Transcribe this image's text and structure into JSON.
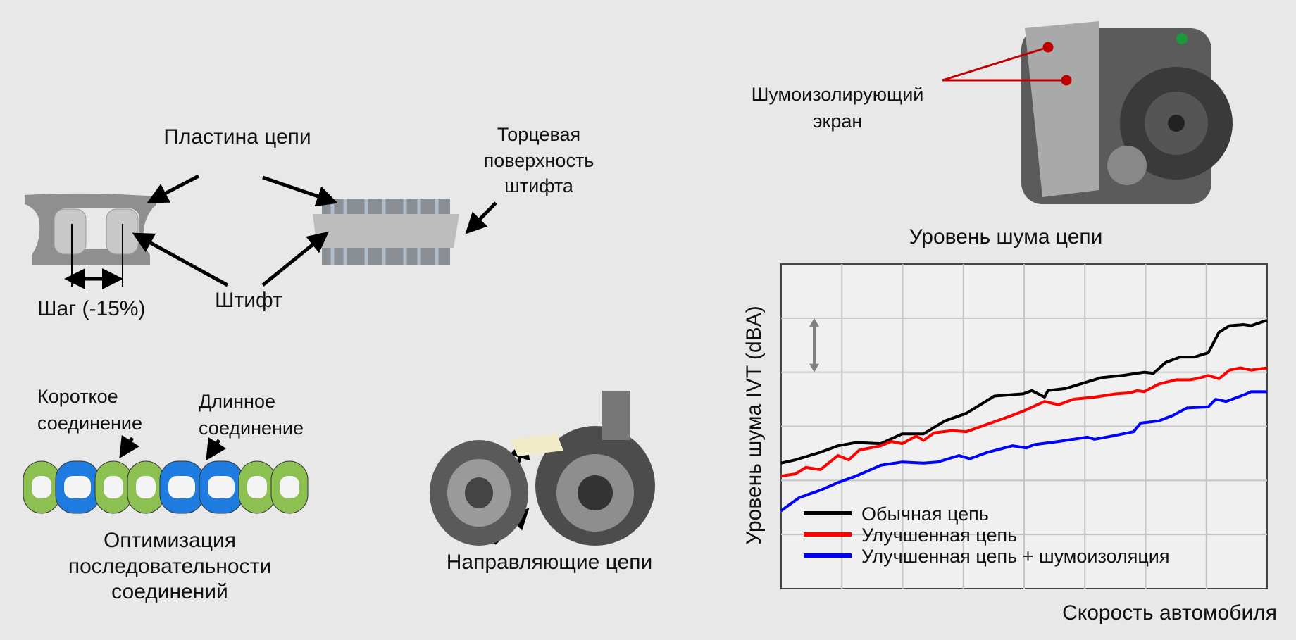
{
  "labels": {
    "chain_plate": "Пластина цепи",
    "pin_end_face": [
      "Торцевая",
      "поверхность",
      "штифта"
    ],
    "pitch": "Шаг (-15%)",
    "pin": "Штифт",
    "noise_shield": [
      "Шумоизолирующий",
      "экран"
    ],
    "short_link": [
      "Короткое",
      "соединение"
    ],
    "long_link": [
      "Длинное",
      "соединение"
    ],
    "sequence_optimization": [
      "Оптимизация",
      "последовательности",
      "соединений"
    ],
    "chain_guides": "Направляющие цепи"
  },
  "colors": {
    "background": "#e8e8e8",
    "short_link": "#8cc152",
    "long_link": "#1e7be0",
    "shield_pointer": "#c00000"
  },
  "chart_data": {
    "type": "line",
    "title": "Уровень шума цепи",
    "xlabel": "Скорость автомобиля",
    "ylabel": "Уровень шума IVT (dBA)",
    "xlim": [
      0,
      100
    ],
    "ylim": [
      0,
      30
    ],
    "x_grid_divisions": 8,
    "y_grid_step": 5,
    "grid": true,
    "scale_annotation": "5dBA",
    "legend_position": "bottom-left",
    "series": [
      {
        "name": "Обычная цепь",
        "color": "#000000",
        "x": [
          0,
          2.9,
          8.1,
          11.7,
          15.4,
          20.5,
          24.9,
          29.3,
          33.7,
          38.1,
          43.9,
          49.8,
          51.6,
          54.2,
          54.9,
          58.6,
          61.5,
          65.9,
          70.3,
          74.7,
          76.6,
          79.1,
          82.1,
          85,
          87.9,
          90.1,
          92.3,
          95.2,
          96.7,
          100
        ],
        "y": [
          11.6,
          11.9,
          12.6,
          13.2,
          13.5,
          13.4,
          14.3,
          14.3,
          15.5,
          16.2,
          17.8,
          18.0,
          18.3,
          17.7,
          18.3,
          18.5,
          18.9,
          19.5,
          19.7,
          20.0,
          19.9,
          20.9,
          21.4,
          21.4,
          21.8,
          23.7,
          24.3,
          24.4,
          24.3,
          24.8
        ]
      },
      {
        "name": "Улучшенная  цепь",
        "color": "#ff0000",
        "x": [
          0,
          2.9,
          5.1,
          8.1,
          11.7,
          13.9,
          16.1,
          20.5,
          22.7,
          24.9,
          27.8,
          29.3,
          31.5,
          35.2,
          38.1,
          42.5,
          46.9,
          49.8,
          54.2,
          57.1,
          60.1,
          64.5,
          68.9,
          71.8,
          73.3,
          74.7,
          77.7,
          81.3,
          84.2,
          86.4,
          87.9,
          90.1,
          92.3,
          94.5,
          96.7,
          100
        ],
        "y": [
          10.4,
          10.6,
          11.2,
          11.0,
          12.3,
          11.9,
          12.8,
          13.2,
          13.6,
          13.4,
          14.1,
          13.7,
          14.4,
          14.6,
          14.5,
          15.2,
          15.9,
          16.4,
          17.3,
          17.0,
          17.5,
          17.7,
          18.0,
          18.1,
          18.3,
          18.2,
          18.9,
          19.3,
          19.3,
          19.5,
          19.7,
          19.4,
          20.2,
          20.4,
          20.2,
          20.4
        ]
      },
      {
        "name": "Улучшенная цепь + шумоизоляция",
        "color": "#0000ff",
        "x": [
          0,
          3.7,
          8.1,
          11.7,
          15.4,
          20.5,
          24.9,
          29.3,
          32.2,
          36.6,
          38.8,
          42.5,
          47.6,
          50.5,
          52,
          57.1,
          63,
          64.5,
          68.1,
          72.5,
          74,
          77.7,
          80.6,
          83.5,
          87.9,
          89.4,
          91.6,
          95.2,
          96.7,
          100
        ],
        "y": [
          7.2,
          8.4,
          9.1,
          9.8,
          10.4,
          11.4,
          11.7,
          11.6,
          11.7,
          12.3,
          12.0,
          12.6,
          13.2,
          13.0,
          13.3,
          13.6,
          14.0,
          13.8,
          14.1,
          14.5,
          15.3,
          15.5,
          16.0,
          16.7,
          16.8,
          17.5,
          17.3,
          17.9,
          18.2,
          18.2
        ]
      }
    ]
  }
}
